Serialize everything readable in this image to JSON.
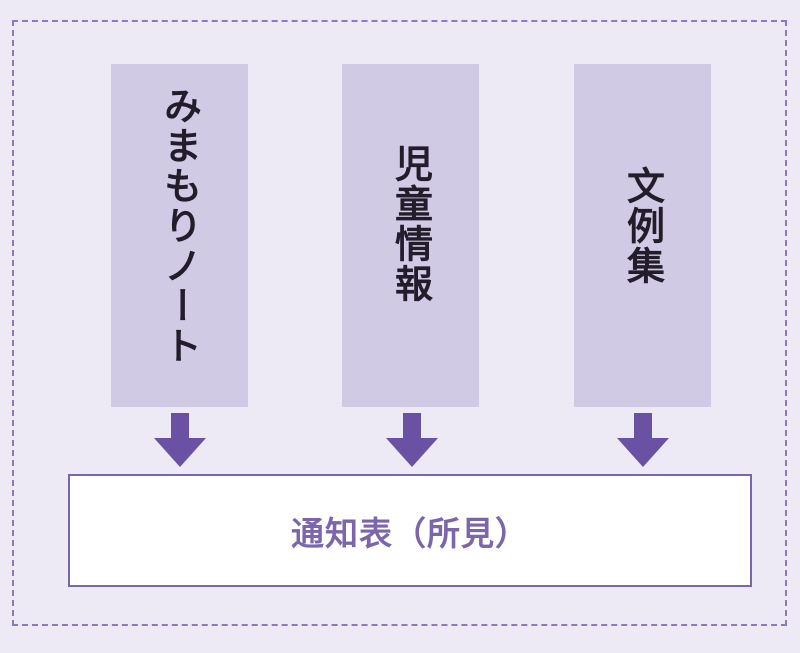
{
  "diagram": {
    "sources": [
      {
        "label": "みまもりノート"
      },
      {
        "label": "児童情報"
      },
      {
        "label": "文例集"
      }
    ],
    "target": {
      "label": "通知表（所見）"
    },
    "colors": {
      "background": "#edeaf6",
      "frame_border": "#8f79b9",
      "source_fill": "#d0cae4",
      "source_text": "#231c2b",
      "arrow": "#6a51a4",
      "target_border": "#7c66ab",
      "target_text": "#7c66ab"
    },
    "icons": {
      "arrow": "arrow-down-icon"
    }
  }
}
